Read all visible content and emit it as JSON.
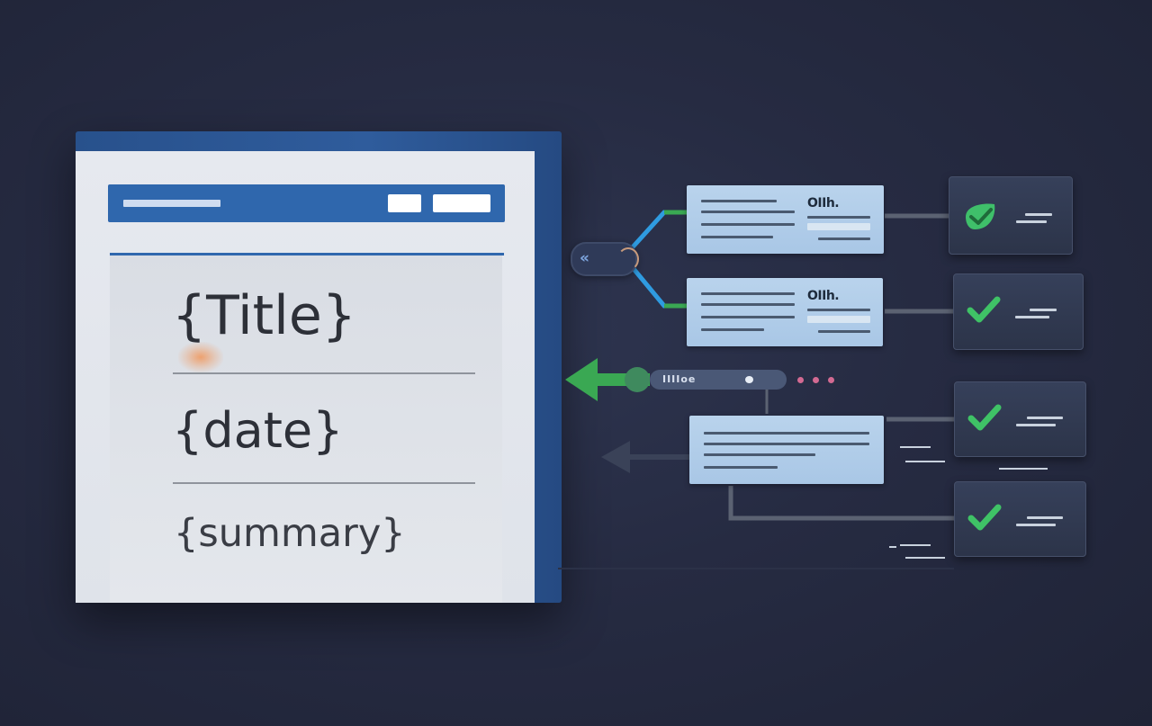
{
  "template": {
    "title_placeholder": "{Title}",
    "date_placeholder": "{date}",
    "summary_placeholder": "{summary}"
  },
  "flow": {
    "card_labels": [
      "OIIh.",
      "OIIh."
    ],
    "connector_label": "IIIIoe",
    "result_count": 4
  },
  "colors": {
    "background": "#262b42",
    "document_blue": "#2f67ad",
    "card_blue": "#b4cfea",
    "check_green": "#3fc266",
    "arrow_green": "#3aa853",
    "connector_blue": "#2f9be0"
  },
  "icons": {
    "status": "check-icon",
    "leaf": "leaf-check-icon",
    "arrow": "arrow-left-icon"
  }
}
